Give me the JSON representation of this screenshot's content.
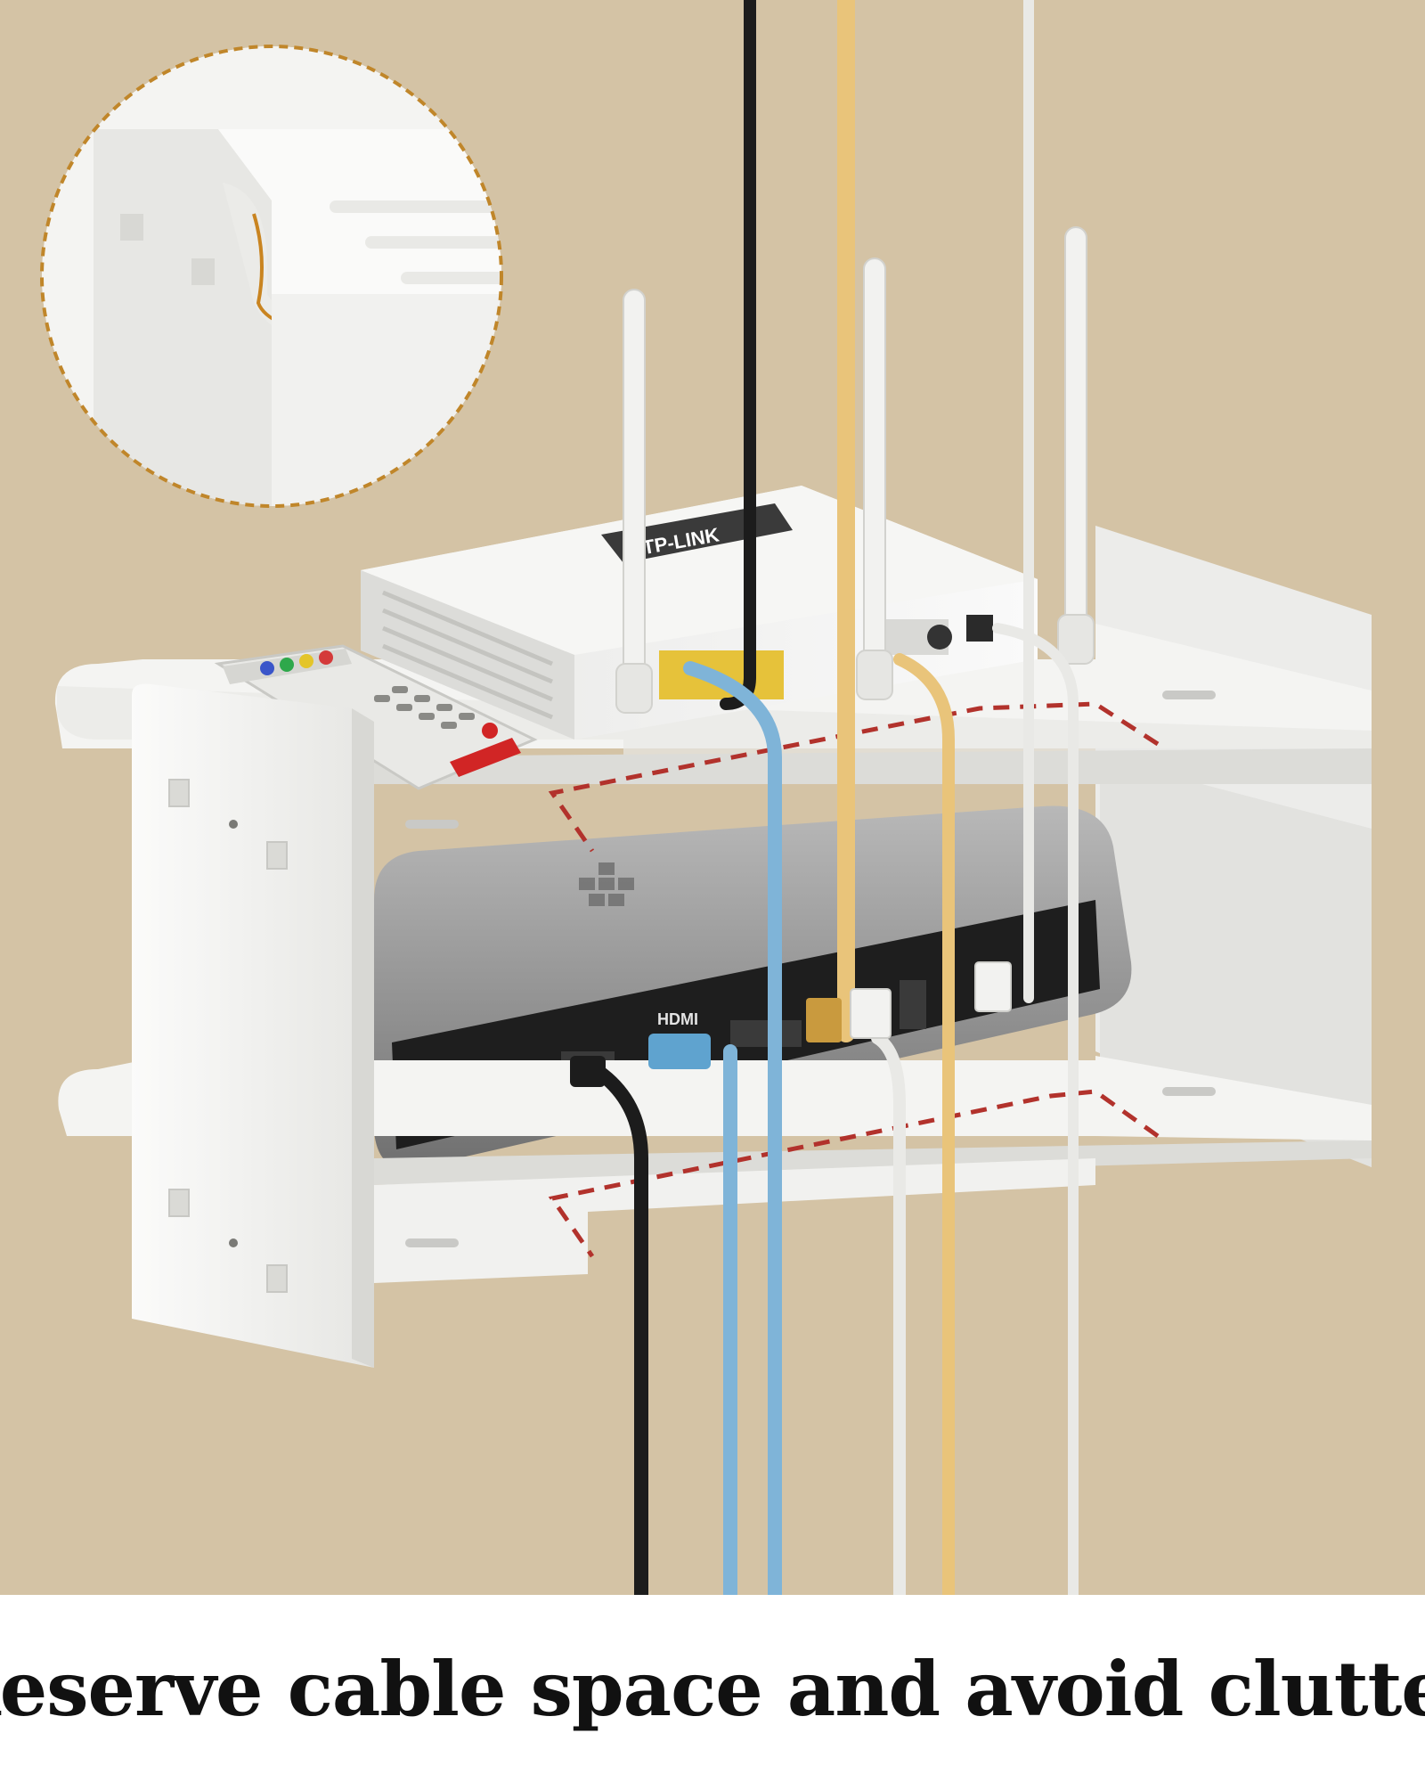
{
  "caption": {
    "text": "Reserve cable space and avoid clutter"
  },
  "router": {
    "brand_text": "TP-LINK"
  },
  "mini_pc": {
    "hdmi_label": "HDMI"
  },
  "colors": {
    "background": "#d4c3a5",
    "caption_bar": "#ffffff",
    "caption_text": "#111111",
    "shelf": "#f7f7f5",
    "dashed_outline": "#b2322c",
    "zoom_circle_border": "#c0862a",
    "cable_black": "#1c1c1c",
    "cable_blue": "#7fb4d8",
    "cable_yellow": "#e9c47a",
    "cable_white": "#e9e9e6"
  },
  "icons": [
    "zoom-detail-circle",
    "wifi-antenna",
    "remote-control",
    "cable-plug"
  ]
}
